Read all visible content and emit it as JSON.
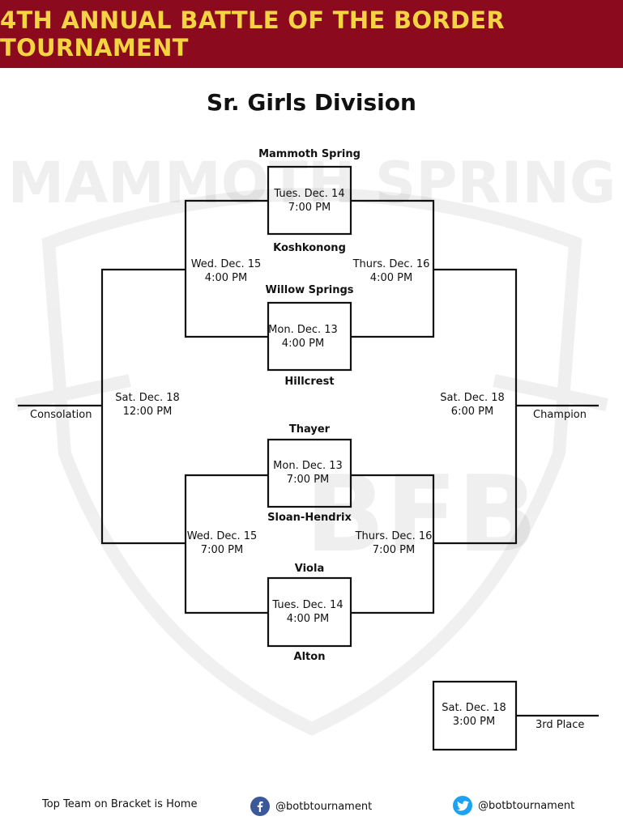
{
  "header": {
    "title": "4TH ANNUAL BATTLE OF THE BORDER TOURNAMENT",
    "division": "Sr. Girls Division"
  },
  "colors": {
    "banner_bg": "#8b0a1e",
    "banner_text": "#f5d443",
    "facebook": "#3b5998",
    "twitter": "#1da1f2"
  },
  "watermark": {
    "text": "MAMMOTH SPRING",
    "logo": "BFB"
  },
  "teams": {
    "mammoth_spring": "Mammoth Spring",
    "koshkonong": "Koshkonong",
    "willow_springs": "Willow Springs",
    "hillcrest": "Hillcrest",
    "thayer": "Thayer",
    "sloan_hendrix": "Sloan-Hendrix",
    "viola": "Viola",
    "alton": "Alton"
  },
  "games": {
    "g1": {
      "day": "Tues. Dec. 14",
      "time": "7:00 PM"
    },
    "g2": {
      "day": "Mon. Dec. 13",
      "time": "4:00 PM"
    },
    "g3": {
      "day": "Mon. Dec. 13",
      "time": "7:00 PM"
    },
    "g4": {
      "day": "Tues. Dec. 14",
      "time": "4:00 PM"
    },
    "top_left": {
      "day": "Wed. Dec. 15",
      "time": "4:00 PM"
    },
    "top_right": {
      "day": "Thurs. Dec. 16",
      "time": "4:00 PM"
    },
    "bottom_left": {
      "day": "Wed. Dec. 15",
      "time": "7:00 PM"
    },
    "bottom_right": {
      "day": "Thurs. Dec. 16",
      "time": "7:00 PM"
    },
    "consolation_final": {
      "day": "Sat. Dec. 18",
      "time": "12:00 PM"
    },
    "championship": {
      "day": "Sat. Dec. 18",
      "time": "6:00 PM"
    },
    "third_place_game": {
      "day": "Sat. Dec. 18",
      "time": "3:00 PM"
    }
  },
  "results": {
    "consolation": "Consolation",
    "champion": "Champion",
    "third_place": "3rd Place"
  },
  "footer": {
    "note": "Top Team on Bracket is Home",
    "facebook_handle": "@botbtournament",
    "twitter_handle": "@botbtournament",
    "facebook_icon": "facebook-icon",
    "twitter_icon": "twitter-icon"
  }
}
